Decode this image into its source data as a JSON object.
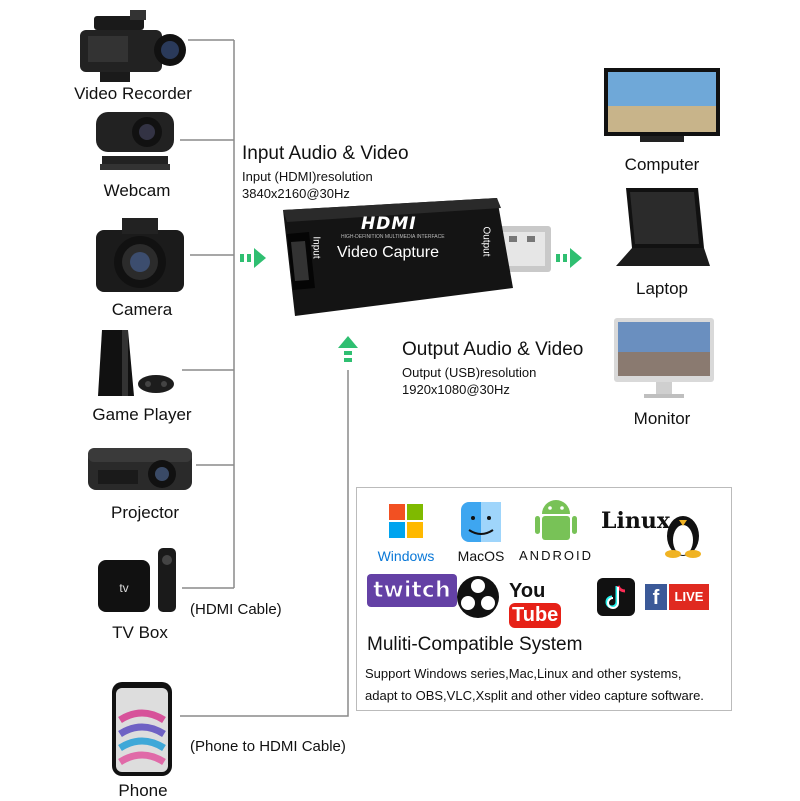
{
  "devices": {
    "video_recorder": "Video Recorder",
    "webcam": "Webcam",
    "camera": "Camera",
    "game_player": "Game Player",
    "projector": "Projector",
    "tv_box": "TV Box",
    "phone": "Phone"
  },
  "cables": {
    "hdmi_cable": "(HDMI Cable)",
    "phone_cable": "(Phone to HDMI Cable)"
  },
  "input": {
    "title": "Input Audio & Video",
    "resolution_label": "Input (HDMI)resolution",
    "resolution": "3840x2160@30Hz"
  },
  "output": {
    "title": "Output Audio & Video",
    "resolution_label": "Output (USB)resolution",
    "resolution": "1920x1080@30Hz"
  },
  "dongle": {
    "brand": "HDMI",
    "brand_sub": "HIGH-DEFINITION MULTIMEDIA INTERFACE",
    "product": "Video Capture",
    "port_in": "Input",
    "port_out": "Output"
  },
  "outputs": {
    "computer": "Computer",
    "laptop": "Laptop",
    "monitor": "Monitor"
  },
  "compat": {
    "logos": {
      "windows": "Windows",
      "macos": "MacOS",
      "android": "ANDROID",
      "linux": "Linux",
      "twitch": "twitch",
      "youtube": "YouTube",
      "facebook_live": "LIVE"
    },
    "title": "Muliti-Compatible System",
    "desc1": "Support Windows series,Mac,Linux and other systems,",
    "desc2": "adapt to OBS,VLC,Xsplit and other video capture software."
  },
  "colors": {
    "arrow_green": "#2fbf71",
    "line_gray": "#888888",
    "windows_blue": "#0a78d7",
    "android_green": "#78c257",
    "youtube_red": "#e62117",
    "twitch_purple": "#6441a5",
    "facebook_blue": "#3b5998"
  }
}
